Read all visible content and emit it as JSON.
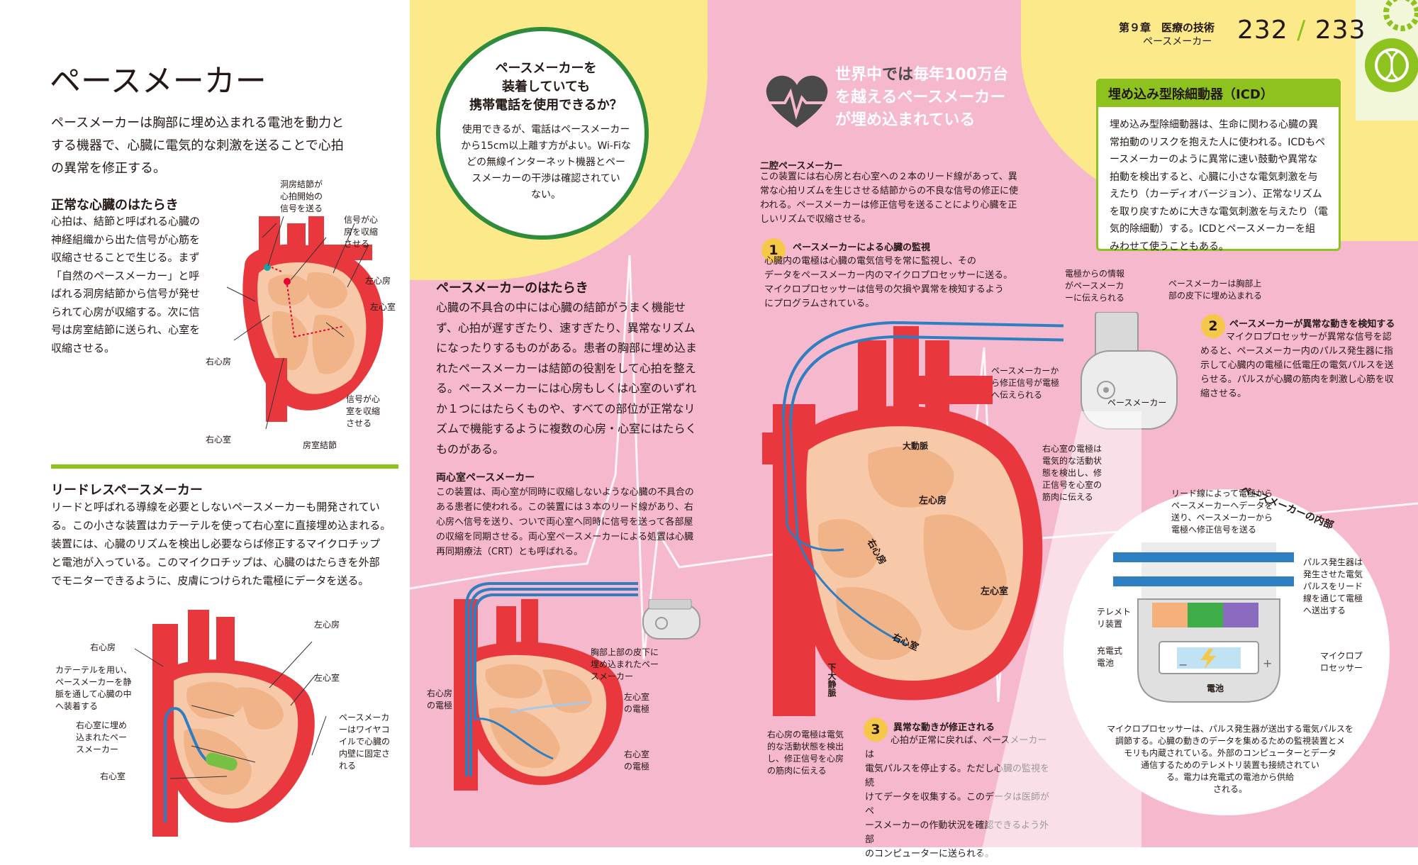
{
  "header": {
    "chapter": "第９章　医療の技術",
    "section": "ペースメーカー",
    "page_left": "232",
    "page_sep": "/",
    "page_right": "233"
  },
  "title": "ペースメーカー",
  "intro": "ペースメーカーは胸部に埋め込まれる電池を動力と\nする機器で、心臓に電気的な刺激を送ることで心拍\nの異常を修正する。",
  "normal": {
    "heading": "正常な心臓のはたらき",
    "body": "心拍は、結節と呼ばれる心臓の\n神経組織から出た信号が心筋を\n収縮させることで生じる。まず\n「自然のペースメーカー」と呼\nばれる洞房結節から信号が発せ\nられて心房が収縮する。次に信\n号は房室結節に送られ、心室を\n収縮させる。",
    "labels": {
      "sa_node": "洞房結節が\n心拍開始の\n信号を送る",
      "atria_signal": "信号が心\n房を収縮\nさせる",
      "left_atrium": "左心房",
      "left_ventricle": "左心室",
      "right_atrium": "右心房",
      "right_ventricle": "右心室",
      "av_node": "房室結節",
      "ventricle_signal": "信号が心\n室を収縮\nさせる"
    }
  },
  "leadless": {
    "heading": "リードレスペースメーカー",
    "body": "リードと呼ばれる導線を必要としないペースメーカーも開発されてい\nる。この小さな装置はカテーテルを使って右心室に直接埋め込まれる。\n装置には、心臓のリズムを検出し必要ならば修正するマイクロチップ\nと電池が入っている。このマイクロチップは、心臓のはたらきを外部\nでモニターできるように、皮膚につけられた電極にデータを送る。",
    "labels": {
      "right_atrium": "右心房",
      "left_atrium": "左心房",
      "catheter": "カテーテルを用い、\nペースメーカーを静\n脈を通して心臓の中\nへ装着する",
      "left_ventricle": "左心室",
      "implanted": "右心室に埋め\n込まれたペー\nスメーカー",
      "right_ventricle": "右心室",
      "wire_coil": "ペースメーカ\nーはワイヤコ\nイルで心臓の\n内壁に固定さ\nれる"
    }
  },
  "callout": {
    "title": "ペースメーカーを\n装着していても\n携帯電話を使用できるか？",
    "body": "使用できるが、電話はペースメーカー\nから15cm以上離す方がよい。Wi-Fiな\nどの無線インターネット機器とペー\nスメーカーの干渉は確認されてい\nない。"
  },
  "how_it_works": {
    "heading": "ペースメーカーのはたらき",
    "body": "心臓の不具合の中には心臓の結節がうまく機能せ\nず、心拍が遅すぎたり、速すぎたり、異常なリズム\nになったりするものがある。患者の胸部に埋め込ま\nれたペースメーカーは結節の役割をして心拍を整え\nる。ペースメーカーには心房もしくは心室のいずれ\nか１つにはたらくものや、すべての部位が正常なリ\nズムで機能するように複数の心房・心室にはたらく\nものがある。"
  },
  "biventricular": {
    "heading": "両心室ペースメーカー",
    "body": "この装置は、両心室が同時に収縮しないような心臓の不具合の\nある患者に使われる。この装置には３本のリード線があり、右\n心房へ信号を送り、ついで両心室へ同時に信号を送って各部屋\nの収縮を同期させる。両心室ペースメーカーによる処置は心臓\n再同期療法（CRT）とも呼ばれる。",
    "labels": {
      "implanted": "胸部上部の皮下に\n埋め込まれたペー\nスメーカー",
      "ra_electrode": "右心房\nの電極",
      "lv_electrode": "左心室\nの電極",
      "rv_electrode": "右心室\nの電極"
    }
  },
  "stat": {
    "part1": "世界中",
    "part2": "では",
    "part3": "毎年",
    "part4": "100万台",
    "part5": "を越えるペースメーカー",
    "part6": "が埋め込まれている"
  },
  "dual": {
    "heading": "二腔ペースメーカー",
    "body": "この装置には右心房と右心室への２本のリード線があって、異\n常な心拍リズムを生じさせる結節からの不良な信号の修正に使\nわれる。ペースメーカーは修正信号を送ることにより心臓を正\nしいリズムで収縮させる。"
  },
  "steps": [
    {
      "num": "1",
      "heading": "ペースメーカーによる心臓の監視",
      "body": "心臓内の電極は心臓の電気信号を常に監視し、その\nデータをペースメーカー内のマイクロプロセッサーに送る。\nマイクロプロセッサーは信号の欠損や異常を検知するよう\nにプログラムされている。"
    },
    {
      "num": "2",
      "heading": "ペースメーカーが異常な動きを検知する",
      "body": "マイクロプロセッサーが異常な信号を認\nめると、ペースメーカー内のパルス発生器に指\n示して心臓内の電極に低電圧の電気パルスを送\nらせる。パルスが心臓の筋肉を刺激し心筋を収\n縮させる。"
    },
    {
      "num": "3",
      "heading": "異常な動きが修正される",
      "body": "心拍が正常に戻れば、ペースメーカーは\n電気パルスを停止する。ただし心臓の監視を続\nけてデータを収集する。このデータは医師がペ\nースメーカーの作動状況を確認できるよう外部\nのコンピューターに送られる。"
    }
  ],
  "main_diagram": {
    "labels": {
      "electrode_info": "電極からの情報\nがペースメーカ\nーに伝えられる",
      "under_skin": "ペースメーカーは胸部上\n部の皮下に埋め込まれる",
      "correction": "ペースメーカーか\nら修正信号が電極\nへ伝えられる",
      "device": "ペースメーカー",
      "aorta": "大動脈",
      "rv_electrode": "右心室の電極は\n電気的な活動状\n態を検出し、修\n正信号を心室の\n筋肉に伝える",
      "left_atrium": "左心房",
      "right_atrium": "右心房",
      "left_ventricle": "左心室",
      "right_ventricle": "右心室",
      "ivc": "下大静脈",
      "ra_electrode": "右心房の電極は電気\n的な活動状態を検出\nし、修正信号を心房\nの筋肉に伝える"
    }
  },
  "icd": {
    "title": "埋め込み型除細動器（ICD）",
    "body": "埋め込み型除細動器は、生命に関わる心臓の異\n常拍動のリスクを抱えた人に使われる。ICDもペ\nースメーカーのように異常に速い鼓動や異常な\n拍動を検出すると、心臓に小さな電気刺激を与\nえたり（カーディオバージョン）、正常なリズム\nを取り戻すために大きな電気刺激を与えたり（電\n気的除細動）する。ICDとペースメーカーを組\nみわせて使うこともある。"
  },
  "inside": {
    "title": "ペースメーカーの内部",
    "leads": "リード線によって電極から\nペースメーカーへデータを\n送り、ペースメーカーから\n電極へ修正信号を送る",
    "pulse_gen": "パルス発生器は\n発生させた電気\nパルスをリード\n線を通じて電極\nへ送出する",
    "telemetry": "テレメト\nリ装置",
    "battery": "充電式\n電池",
    "microprocessor": "マイクロプ\nロセッサー",
    "battery_label": "電池",
    "plus": "+",
    "minus": "−",
    "caption": "マイクロプロセッサーは、パルス発生器が送出する電気パルスを\n調節する。心臓の動きのデータを集めるための監視装置とメ\nモリも内蔵されている。外部のコンピューターとデータ\n通信するためのテレメトリ装置も接続されてい\nる。電力は充電式の電池から供給\nされる。"
  },
  "colors": {
    "green": "#8dc21f",
    "pink": "#f5b8cc",
    "yellow": "#fbe98a",
    "heart_red": "#e8383d",
    "heart_inner": "#f7c9a9",
    "lead_blue": "#2e7fc1"
  }
}
